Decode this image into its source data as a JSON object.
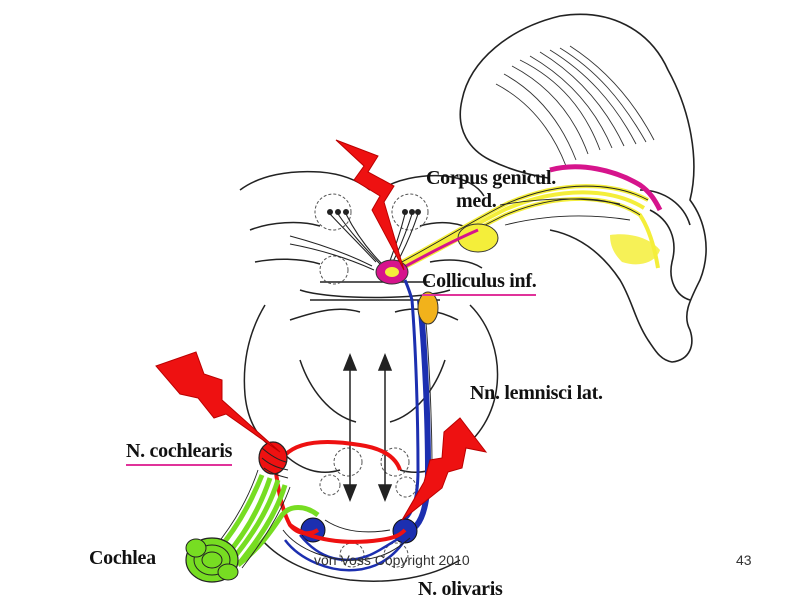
{
  "labels": {
    "corpus_line1": "Corpus genicul.",
    "corpus_line2": "med.",
    "colliculus": "Colliculus inf.",
    "lemnisci": "Nn. lemnisci lat.",
    "cochlearis": "N. cochlearis",
    "cochlea": "Cochlea",
    "olivaris": "N. olivaris"
  },
  "footer": {
    "copyright": "von Voss Copyright 2010",
    "page_number": "43"
  },
  "colors": {
    "red": "#ee1111",
    "yellow": "#f4ee3a",
    "magenta": "#d6148c",
    "blue": "#1c2fb0",
    "green": "#77dd22",
    "pink_underline": "#e0339a"
  }
}
